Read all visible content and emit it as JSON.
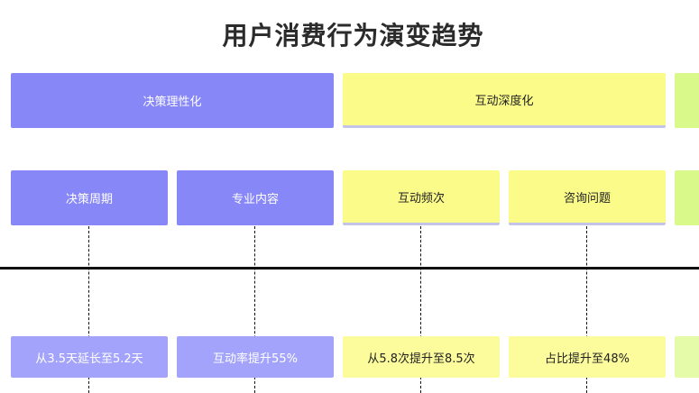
{
  "title": "用户消费行为演变趋势",
  "groups": [
    {
      "label": "决策理性化",
      "color": "#8787f8",
      "subs": [
        {
          "label": "决策周期",
          "value": "从3.5天延长至5.2天"
        },
        {
          "label": "专业内容",
          "value": "互动率提升55%"
        }
      ]
    },
    {
      "label": "互动深度化",
      "color": "#fbfb89",
      "subs": [
        {
          "label": "互动频次",
          "value": "从5.8次提升至8.5次"
        },
        {
          "label": "咨询问题",
          "value": "占比提升至48%"
        }
      ]
    },
    {
      "label": "",
      "color": "#d9fa8a",
      "subs": []
    }
  ]
}
